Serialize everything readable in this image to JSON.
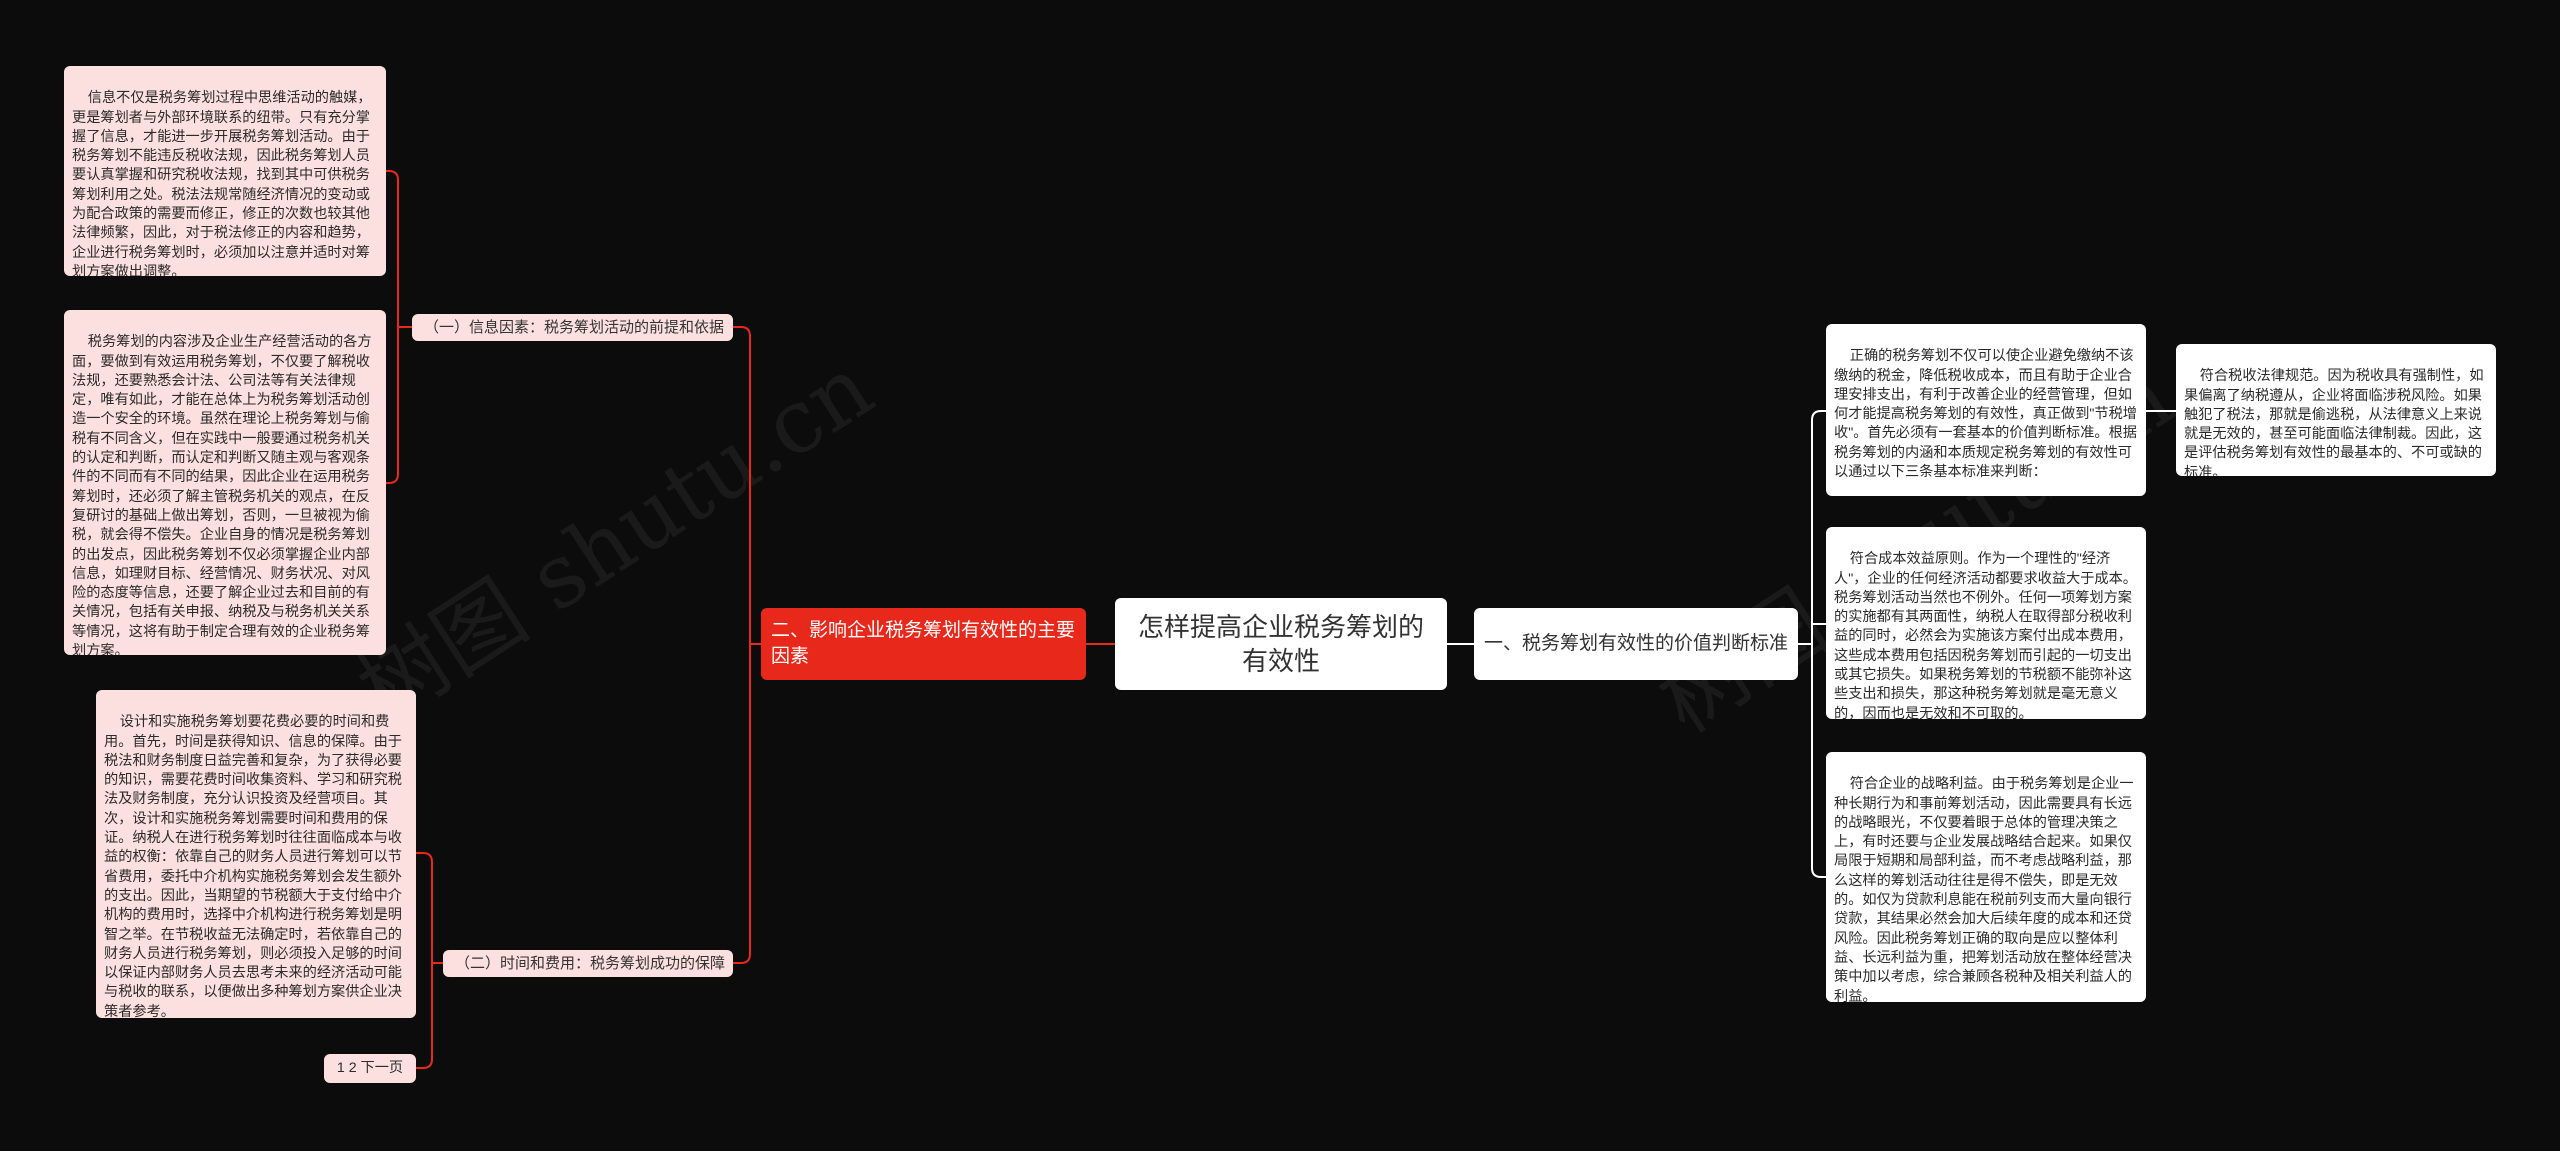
{
  "root": {
    "title": "怎样提高企业税务筹划的有效性"
  },
  "watermarks": [
    "树图 shutu.cn",
    "树图 shutu.cn"
  ],
  "left": {
    "branch": {
      "label": "二、影响企业税务筹划有效性的主要因素"
    },
    "sub1": {
      "label": "（一）信息因素：税务筹划活动的前提和依据",
      "texts": [
        "信息不仅是税务筹划过程中思维活动的触媒，更是筹划者与外部环境联系的纽带。只有充分掌握了信息，才能进一步开展税务筹划活动。由于税务筹划不能违反税收法规，因此税务筹划人员要认真掌握和研究税收法规，找到其中可供税务筹划利用之处。税法法规常随经济情况的变动或为配合政策的需要而修正，修正的次数也较其他法律频繁，因此，对于税法修正的内容和趋势，企业进行税务筹划时，必须加以注意并适时对筹划方案做出调整。",
        "税务筹划的内容涉及企业生产经营活动的各方面，要做到有效运用税务筹划，不仅要了解税收法规，还要熟悉会计法、公司法等有关法律规定，唯有如此，才能在总体上为税务筹划活动创造一个安全的环境。虽然在理论上税务筹划与偷税有不同含义，但在实践中一般要通过税务机关的认定和判断，而认定和判断又随主观与客观条件的不同而有不同的结果，因此企业在运用税务筹划时，还必须了解主管税务机关的观点，在反复研讨的基础上做出筹划，否则，一旦被视为偷税，就会得不偿失。企业自身的情况是税务筹划的出发点，因此税务筹划不仅必须掌握企业内部信息，如理财目标、经营情况、财务状况、对风险的态度等信息，还要了解企业过去和目前的有关情况，包括有关申报、纳税及与税务机关关系等情况，这将有助于制定合理有效的企业税务筹划方案。"
      ]
    },
    "sub2": {
      "label": "（二）时间和费用：税务筹划成功的保障",
      "texts": [
        "设计和实施税务筹划要花费必要的时间和费用。首先，时间是获得知识、信息的保障。由于税法和财务制度日益完善和复杂，为了获得必要的知识，需要花费时间收集资料、学习和研究税法及财务制度，充分认识投资及经营项目。其次，设计和实施税务筹划需要时间和费用的保证。纳税人在进行税务筹划时往往面临成本与收益的权衡：依靠自己的财务人员进行筹划可以节省费用，委托中介机构实施税务筹划会发生额外的支出。因此，当期望的节税额大于支付给中介机构的费用时，选择中介机构进行税务筹划是明智之举。在节税收益无法确定时，若依靠自己的财务人员进行税务筹划，则必须投入足够的时间以保证内部财务人员去思考未来的经济活动可能与税收的联系，以便做出多种筹划方案供企业决策者参考。",
        "1 2 下一页"
      ]
    }
  },
  "right": {
    "branch": {
      "label": "一、税务筹划有效性的价值判断标准"
    },
    "texts": [
      "正确的税务筹划不仅可以使企业避免缴纳不该缴纳的税金，降低税收成本，而且有助于企业合理安排支出，有利于改善企业的经营管理，但如何才能提高税务筹划的有效性，真正做到\"节税增收\"。首先必须有一套基本的价值判断标准。根据税务筹划的内涵和本质规定税务筹划的有效性可以通过以下三条基本标准来判断：",
      "符合成本效益原则。作为一个理性的\"经济人\"，企业的任何经济活动都要求收益大于成本。税务筹划活动当然也不例外。任何一项筹划方案的实施都有其两面性，纳税人在取得部分税收利益的同时，必然会为实施该方案付出成本费用，这些成本费用包括因税务筹划而引起的一切支出或其它损失。如果税务筹划的节税额不能弥补这些支出和损失，那这种税务筹划就是毫无意义的，因而也是无效和不可取的。",
      "符合企业的战略利益。由于税务筹划是企业一种长期行为和事前筹划活动，因此需要具有长远的战略眼光，不仅要着眼于总体的管理决策之上，有时还要与企业发展战略结合起来。如果仅局限于短期和局部利益，而不考虑战略利益，那么这样的筹划活动往往是得不偿失，即是无效的。如仅为贷款利息能在税前列支而大量向银行贷款，其结果必然会加大后续年度的成本和还贷风险。因此税务筹划正确的取向是应以整体利益、长远利益为重，把筹划活动放在整体经营决策中加以考虑，综合兼顾各税种及相关利益人的利益。"
    ],
    "side_text": "符合税收法律规范。因为税收具有强制性，如果偏离了纳税遵从，企业将面临涉税风险。如果触犯了税法，那就是偷逃税，从法律意义上来说就是无效的，甚至可能面临法律制裁。因此，这是评估税务筹划有效性的最基本的、不可或缺的标准。"
  },
  "colors": {
    "background": "#0c0c0c",
    "edge_left": "#e8281b",
    "edge_right": "#ffffff",
    "root_fill": "#ffffff",
    "left_branch_fill": "#e8281b",
    "left_sub_fill": "#fbe0df",
    "right_fill": "#ffffff"
  }
}
